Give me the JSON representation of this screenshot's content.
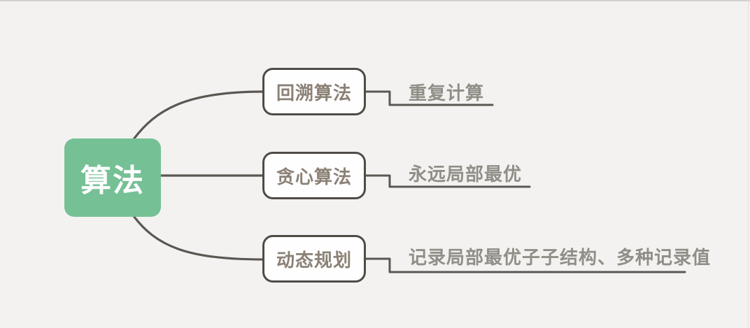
{
  "diagram": {
    "type": "mindmap",
    "root": {
      "label": "算法"
    },
    "branches": [
      {
        "label": "回溯算法",
        "note": "重复计算"
      },
      {
        "label": "贪心算法",
        "note": "永远局部最优"
      },
      {
        "label": "动态规划",
        "note": "记录局部最优子子结构、多种记录值"
      }
    ]
  },
  "colors": {
    "background": "#f3f2f0",
    "root_fill": "#76c096",
    "root_text": "#ffffff",
    "node_background": "#fefefe",
    "node_border": "#4f4b47",
    "node_text": "#8b8176",
    "note_text": "#918e88",
    "connector": "#5b5752"
  }
}
